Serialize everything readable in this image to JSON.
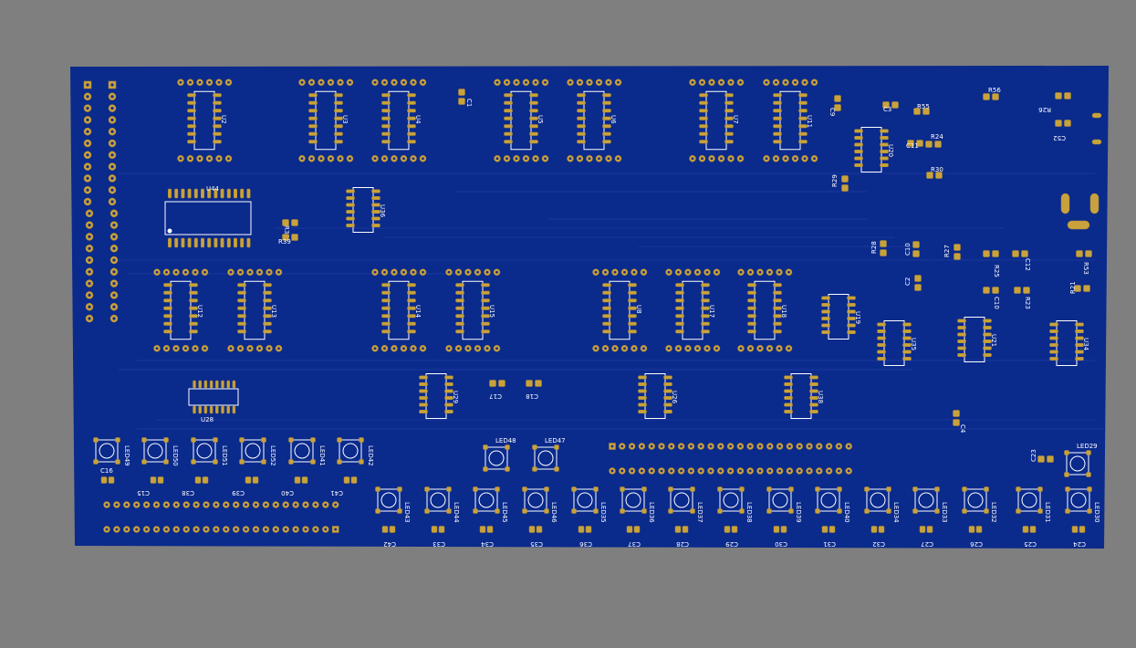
{
  "colors": {
    "background": "#7f7f7f",
    "board": "#0a2a8c",
    "copper_pad": "#c8a23c",
    "silkscreen": "#ffffff"
  },
  "top_dip_ics": [
    {
      "ref": "U2"
    },
    {
      "ref": "U3"
    },
    {
      "ref": "U4"
    },
    {
      "ref": "U5"
    },
    {
      "ref": "U6"
    },
    {
      "ref": "U7"
    },
    {
      "ref": "U11"
    }
  ],
  "mid_dip_ics": [
    {
      "ref": "U12"
    },
    {
      "ref": "U13"
    },
    {
      "ref": "U14"
    },
    {
      "ref": "U15"
    },
    {
      "ref": "U8"
    },
    {
      "ref": "U17"
    },
    {
      "ref": "U18"
    }
  ],
  "other_ics": [
    {
      "ref": "U44"
    },
    {
      "ref": "U36"
    },
    {
      "ref": "U20"
    },
    {
      "ref": "U19"
    },
    {
      "ref": "U35"
    },
    {
      "ref": "U21"
    },
    {
      "ref": "U34"
    },
    {
      "ref": "U28"
    },
    {
      "ref": "U29"
    },
    {
      "ref": "U26"
    },
    {
      "ref": "U38"
    }
  ],
  "passives": [
    {
      "ref": "C1"
    },
    {
      "ref": "C9"
    },
    {
      "ref": "C3"
    },
    {
      "ref": "R55"
    },
    {
      "ref": "R56"
    },
    {
      "ref": "R26"
    },
    {
      "ref": "C52"
    },
    {
      "ref": "C11"
    },
    {
      "ref": "R24"
    },
    {
      "ref": "R29"
    },
    {
      "ref": "R30"
    },
    {
      "ref": "R28"
    },
    {
      "ref": "C10"
    },
    {
      "ref": "R27"
    },
    {
      "ref": "R25"
    },
    {
      "ref": "C12"
    },
    {
      "ref": "R53"
    },
    {
      "ref": "C2"
    },
    {
      "ref": "C10"
    },
    {
      "ref": "R23"
    },
    {
      "ref": "R21"
    },
    {
      "ref": "R38"
    },
    {
      "ref": "R39"
    },
    {
      "ref": "C17"
    },
    {
      "ref": "C18"
    },
    {
      "ref": "C4"
    },
    {
      "ref": "C23"
    }
  ],
  "leds_top": [
    {
      "ref": "LED49"
    },
    {
      "ref": "LED50"
    },
    {
      "ref": "LED51"
    },
    {
      "ref": "LED52"
    },
    {
      "ref": "LED41"
    },
    {
      "ref": "LED42"
    },
    {
      "ref": "LED48"
    },
    {
      "ref": "LED47"
    },
    {
      "ref": "LED29"
    }
  ],
  "leds_bottom": [
    {
      "ref": "LED43"
    },
    {
      "ref": "LED44"
    },
    {
      "ref": "LED45"
    },
    {
      "ref": "LED46"
    },
    {
      "ref": "LED35"
    },
    {
      "ref": "LED36"
    },
    {
      "ref": "LED37"
    },
    {
      "ref": "LED38"
    },
    {
      "ref": "LED39"
    },
    {
      "ref": "LED40"
    },
    {
      "ref": "LED34"
    },
    {
      "ref": "LED33"
    },
    {
      "ref": "LED32"
    },
    {
      "ref": "LED31"
    },
    {
      "ref": "LED30"
    }
  ],
  "caps_top_row": [
    {
      "ref": "C16"
    },
    {
      "ref": "C15"
    },
    {
      "ref": "C38"
    },
    {
      "ref": "C39"
    },
    {
      "ref": "C40"
    },
    {
      "ref": "C41"
    }
  ],
  "caps_bottom_row": [
    {
      "ref": "C42"
    },
    {
      "ref": "C33"
    },
    {
      "ref": "C34"
    },
    {
      "ref": "C35"
    },
    {
      "ref": "C36"
    },
    {
      "ref": "C37"
    },
    {
      "ref": "C28"
    },
    {
      "ref": "C29"
    },
    {
      "ref": "C30"
    },
    {
      "ref": "C31"
    },
    {
      "ref": "C32"
    },
    {
      "ref": "C27"
    },
    {
      "ref": "C26"
    },
    {
      "ref": "C25"
    },
    {
      "ref": "C24"
    }
  ]
}
